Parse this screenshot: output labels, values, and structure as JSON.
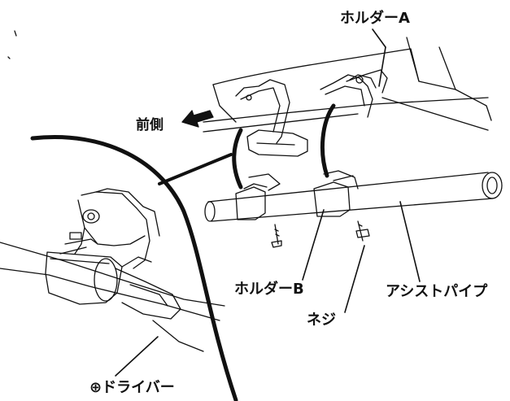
{
  "labels": {
    "holder_a": "ホルダーA",
    "front": "前側",
    "holder_b": "ホルダーB",
    "assist_pipe": "アシストパイプ",
    "screw": "ネジ",
    "driver": "⊕ドライバー"
  },
  "colors": {
    "line": "#111111",
    "background": "#ffffff"
  }
}
